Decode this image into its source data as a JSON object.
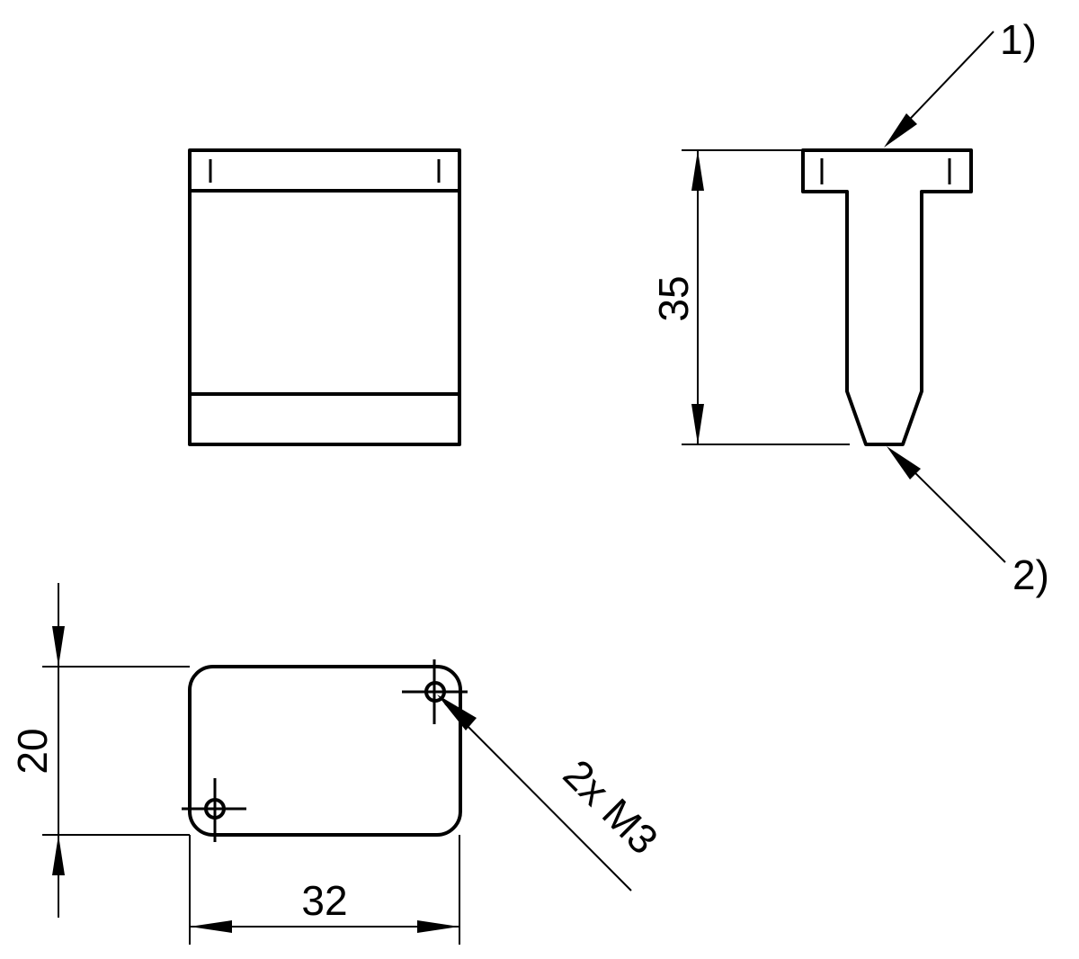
{
  "dimensions": {
    "height": "35",
    "depth": "20",
    "width": "32"
  },
  "callouts": {
    "one": "1)",
    "two": "2)",
    "thread": "2x M3"
  },
  "colors": {
    "line": "#000000",
    "background": "#ffffff"
  }
}
